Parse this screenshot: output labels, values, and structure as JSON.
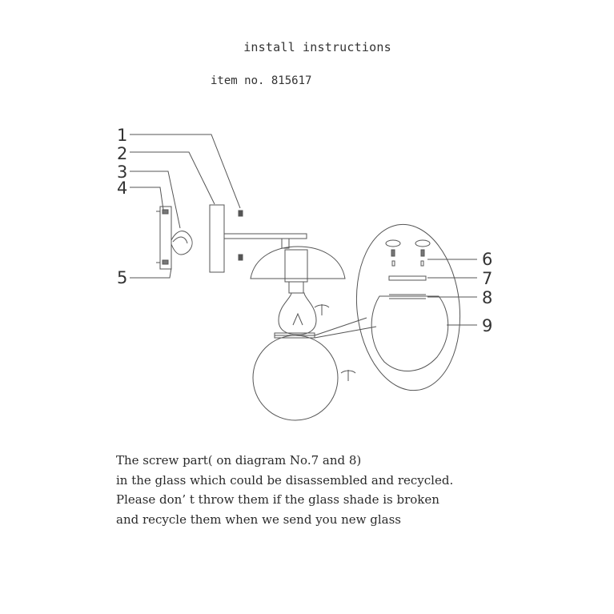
{
  "header": {
    "title": "install  instructions",
    "item_number": "item no. 815617"
  },
  "callouts": [
    "1",
    "2",
    "3",
    "4",
    "5",
    "6",
    "7",
    "8",
    "9"
  ],
  "note": {
    "lines": [
      "The screw part( on diagram No.7 and 8)",
      "in the glass which could be disassembled and recycled.",
      "Please don’ t throw them if the glass shade is broken",
      "and recycle them when we send you new glass"
    ]
  },
  "colors": {
    "line": "#555555",
    "text": "#333333"
  }
}
